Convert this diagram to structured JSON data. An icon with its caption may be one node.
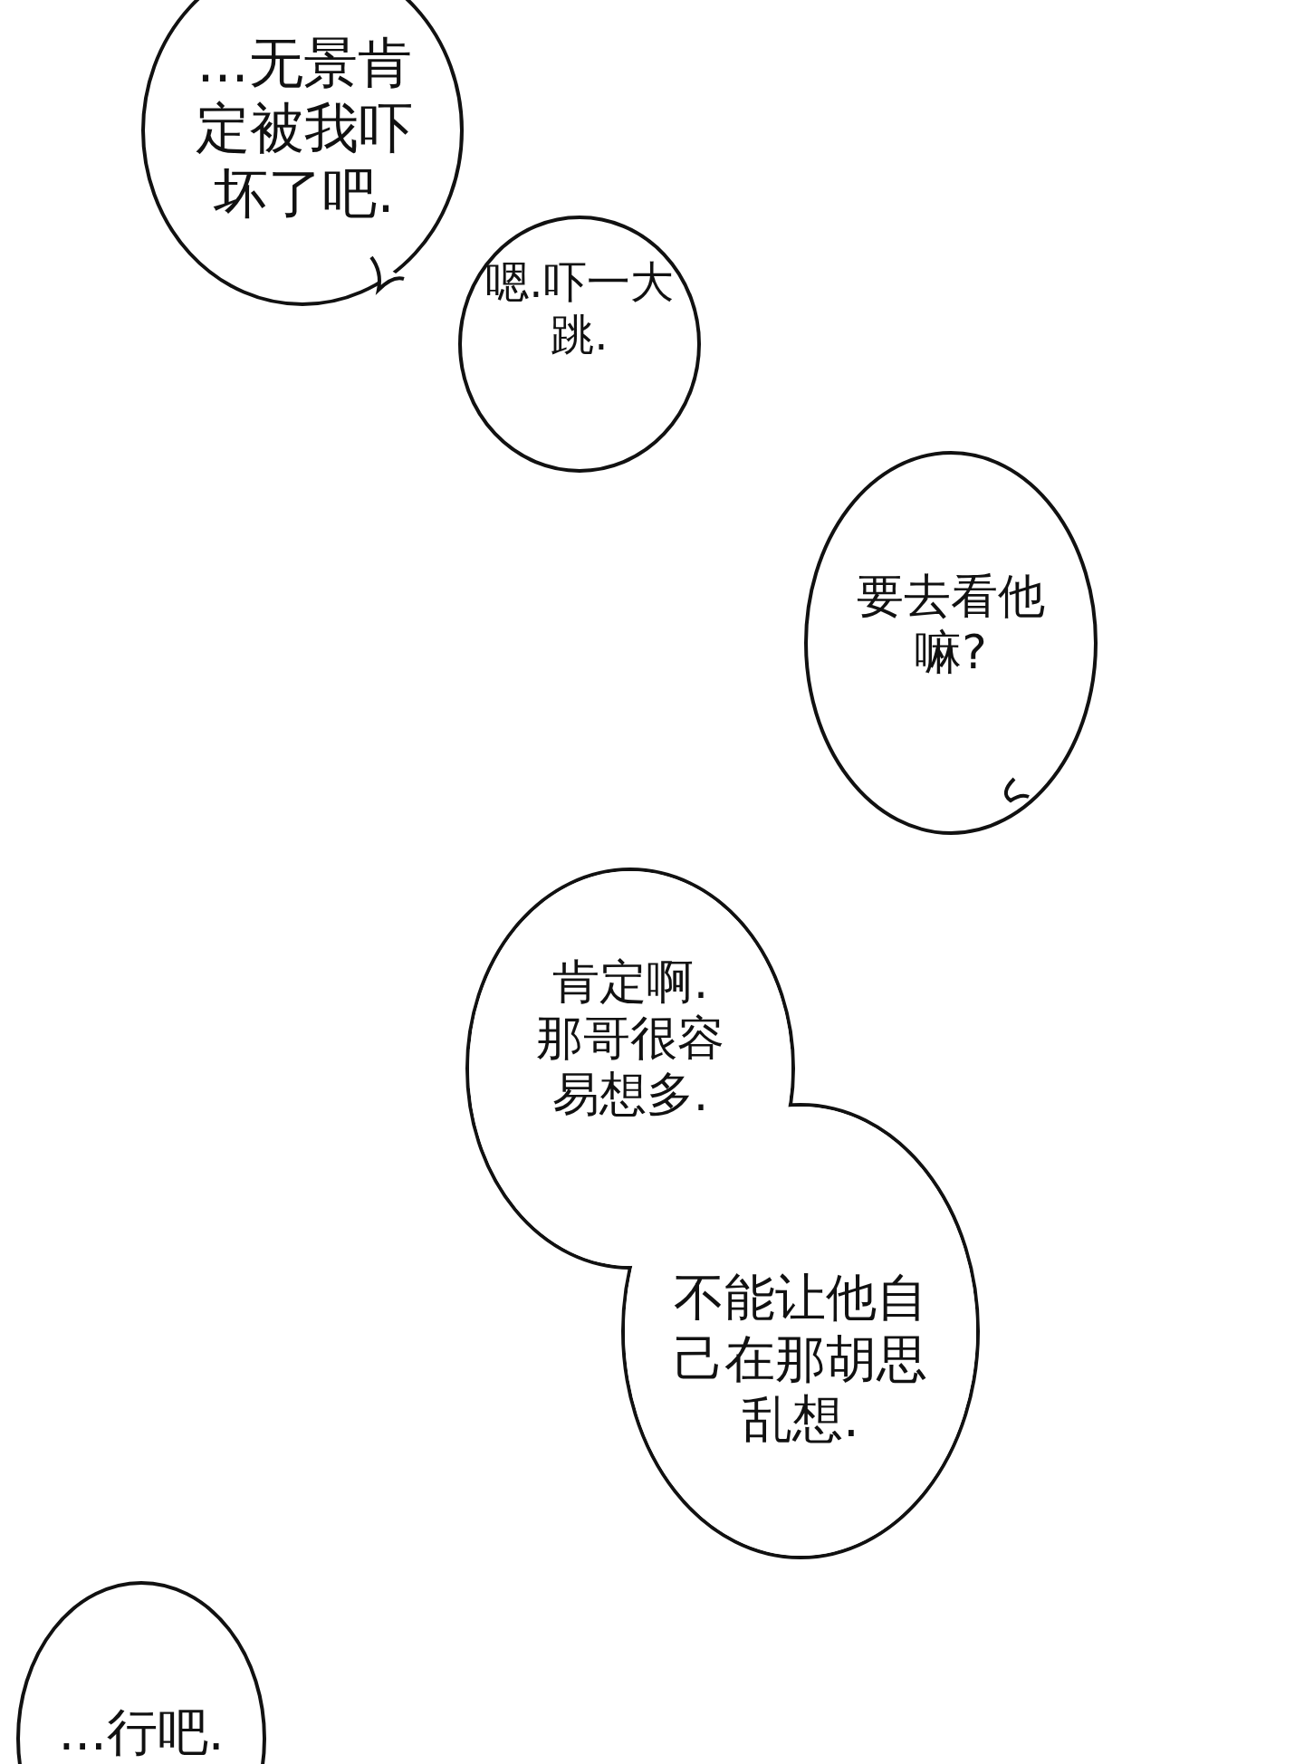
{
  "diagram": {
    "nodes": [
      {
        "text": [
          "...无景肯定被我吓坏了吧."
        ]
      },
      {
        "text": [
          "嗯.吓一大跳."
        ]
      },
      {
        "text": [
          "要去看他嘛?"
        ]
      },
      {
        "text": [
          "肯定啊.那哥很容易想多.",
          "不能让他自己在那胡思乱想."
        ]
      },
      {
        "text": [
          "...行吧."
        ]
      }
    ]
  }
}
